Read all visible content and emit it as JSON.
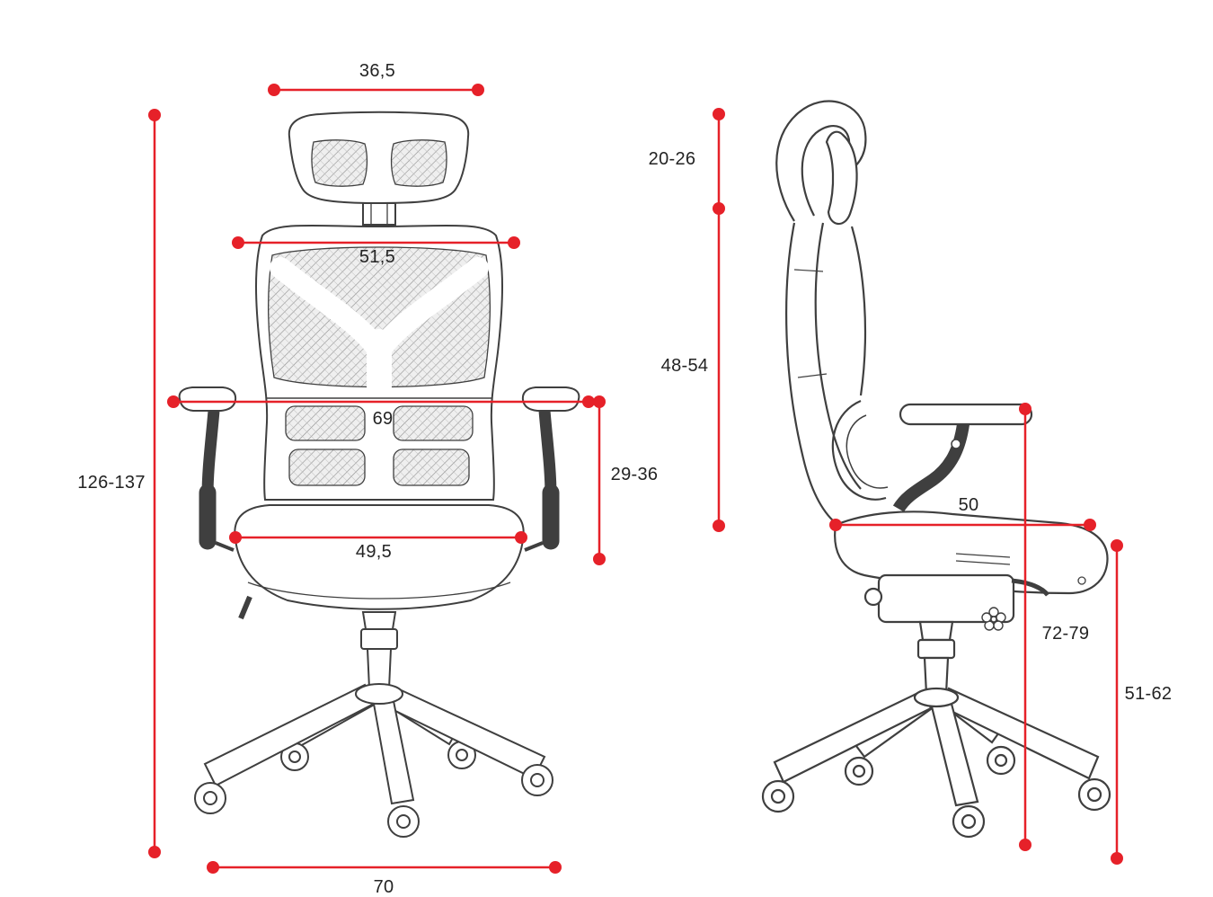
{
  "diagram": {
    "title": "ergonomic-chair-dimensions",
    "accent_color": "#e62129",
    "drawing_color": "#3f3f3f",
    "front_view": {
      "headrest_width": "36,5",
      "backrest_width": "51,5",
      "armrest_span_width": "69",
      "armrest_height": "29-36",
      "seat_width": "49,5",
      "overall_height": "126-137",
      "base_width": "70"
    },
    "side_view": {
      "headrest_height": "20-26",
      "backrest_height": "48-54",
      "seat_depth": "50",
      "armrest_floor_height": "72-79",
      "seat_height": "51-62"
    }
  }
}
